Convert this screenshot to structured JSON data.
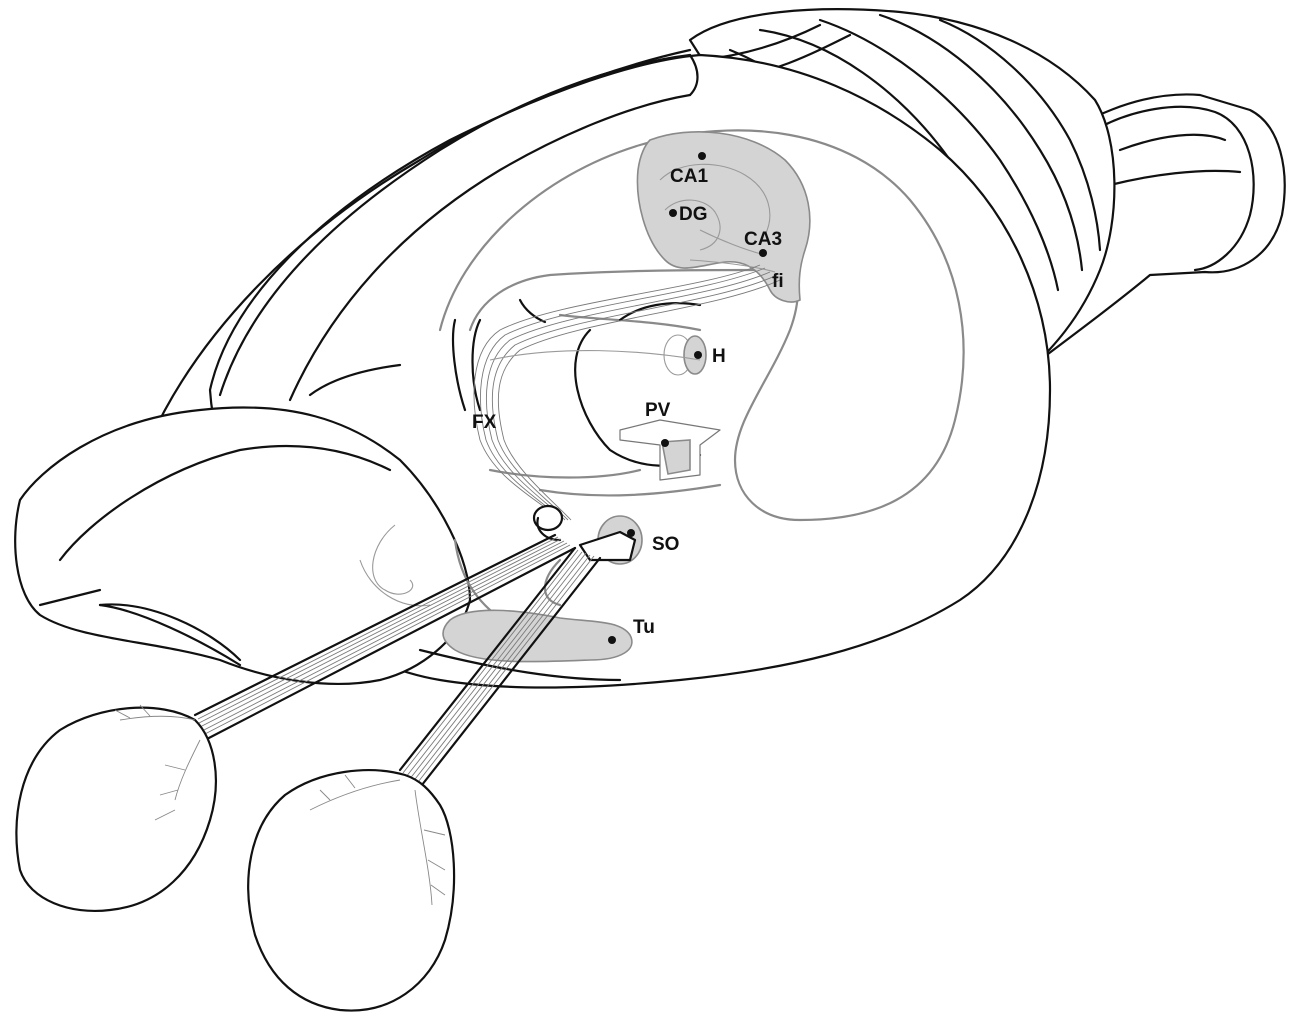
{
  "labels": {
    "ca1": "CA1",
    "dg": "DG",
    "ca3": "CA3",
    "fi": "fi",
    "h": "H",
    "fx": "FX",
    "pv": "PV",
    "so": "SO",
    "tu": "Tu"
  },
  "colors": {
    "outline": "#111111",
    "inner_outline": "#8a8a8a",
    "highlighted_region": "#d4d4d4",
    "background": "#ffffff"
  }
}
